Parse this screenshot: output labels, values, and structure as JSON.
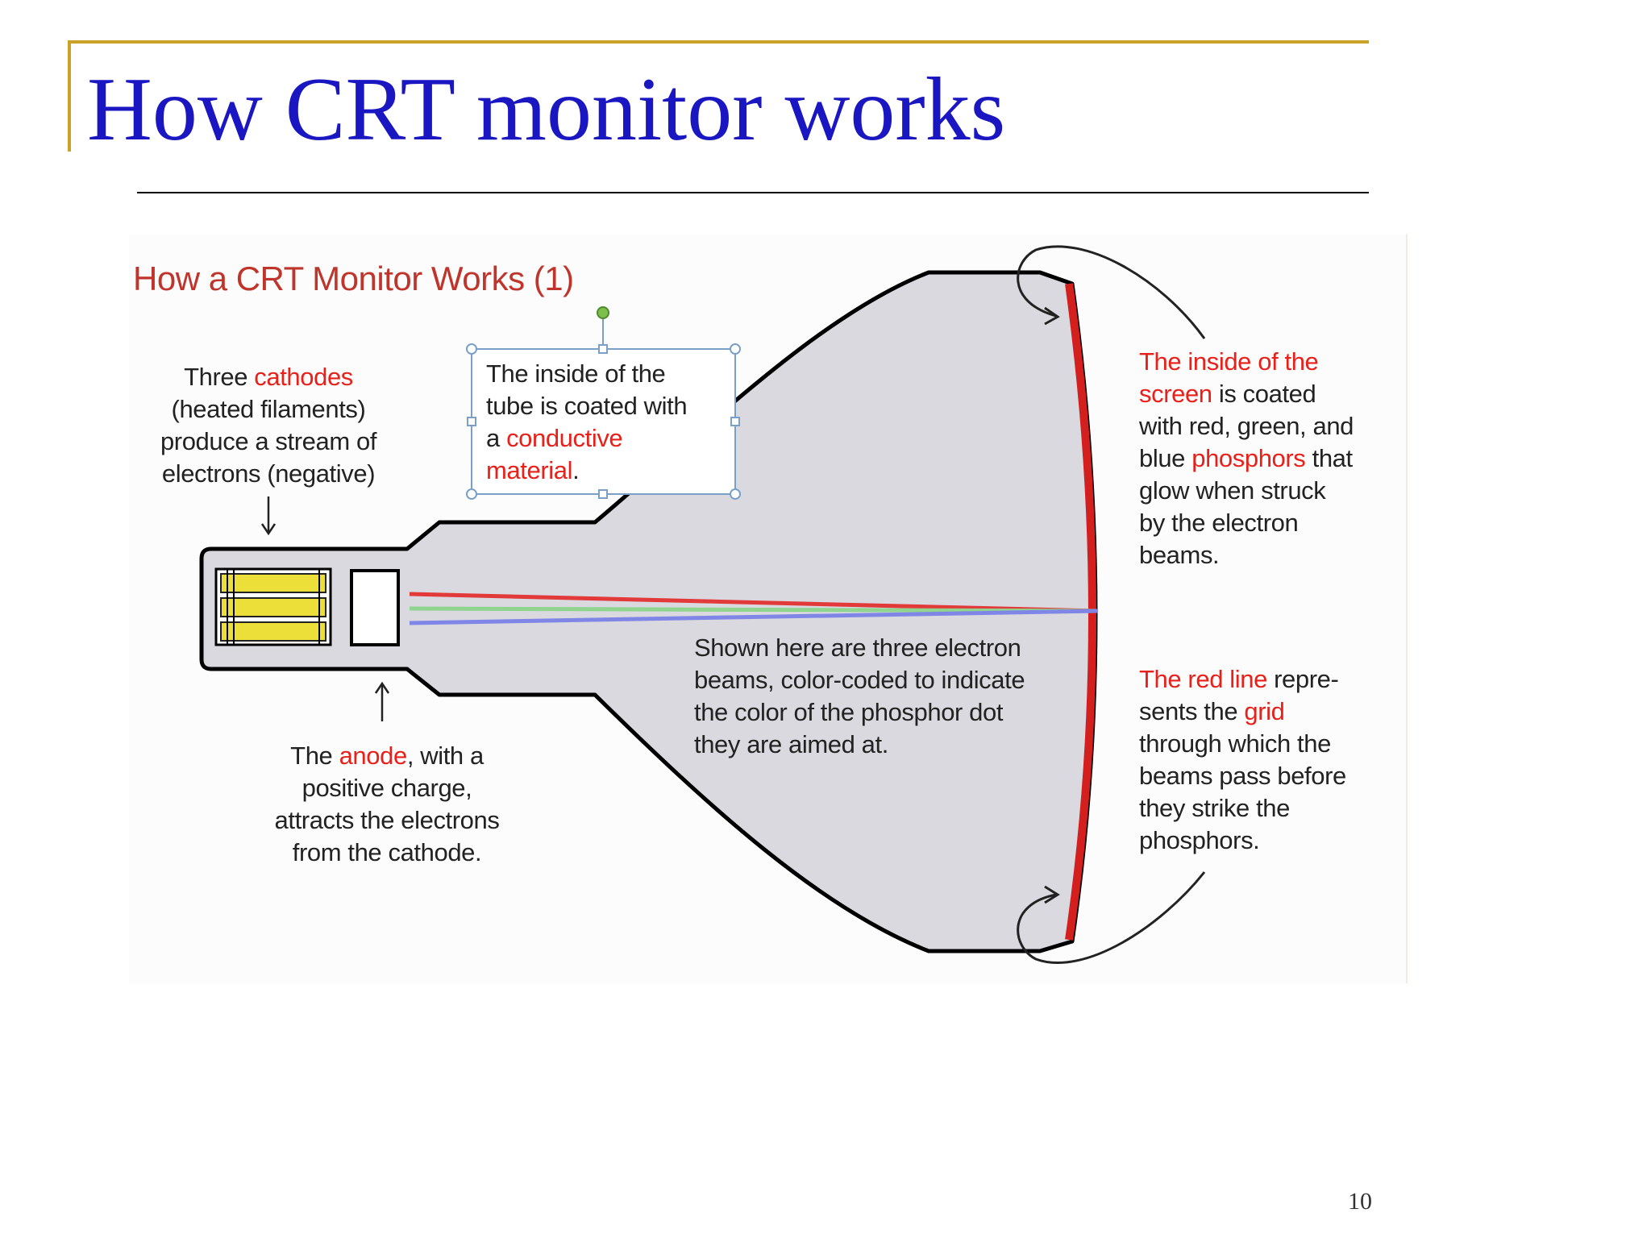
{
  "slide": {
    "title": "How CRT monitor works",
    "page_number": "10"
  },
  "diagram": {
    "title": "How a CRT Monitor Works (1)",
    "cathodes_label": {
      "line1_a": "Three ",
      "line1_b": "cathodes",
      "line2": "(heated filaments)",
      "line3": "produce a stream of",
      "line4": "electrons (negative)"
    },
    "coating_label": {
      "line1": "The inside of the",
      "line2": "tube is coated with",
      "line3_a": "a ",
      "line3_b": "conductive",
      "line4_a": "material",
      "line4_b": "."
    },
    "anode_label": {
      "line1_a": "The ",
      "line1_b": "anode",
      "line1_c": ", with a",
      "line2": "positive charge,",
      "line3": "attracts the electrons",
      "line4": "from the cathode."
    },
    "beams_label": {
      "line1": "Shown here are three electron",
      "line2": "beams, color-coded to indicate",
      "line3": "the color of the phosphor dot",
      "line4": "they are aimed at."
    },
    "screen_label": {
      "line1": "The inside of the",
      "line2_a": "screen",
      "line2_b": " is coated",
      "line3": "with red, green, and",
      "line4_a": "blue ",
      "line4_b": "phosphors",
      "line4_c": " that",
      "line5": "glow when struck",
      "line6": "by the electron",
      "line7": "beams."
    },
    "grid_label": {
      "line1_a": "The red line",
      "line1_b": " repre-",
      "line2_a": "sents the ",
      "line2_b": "grid",
      "line3": "through which the",
      "line4": "beams pass before",
      "line5": "they strike the",
      "line6": "phosphors."
    },
    "colors": {
      "tube_fill": "#d9d9df",
      "tube_outline": "#000000",
      "grid_line": "#d41f1f",
      "beam_red": "#e23a3a",
      "beam_green": "#8fd48f",
      "beam_blue": "#7f86e6",
      "filament": "#ecdf3a",
      "highlight_text": "#e8201a",
      "title_blue": "#1a17c2"
    }
  }
}
